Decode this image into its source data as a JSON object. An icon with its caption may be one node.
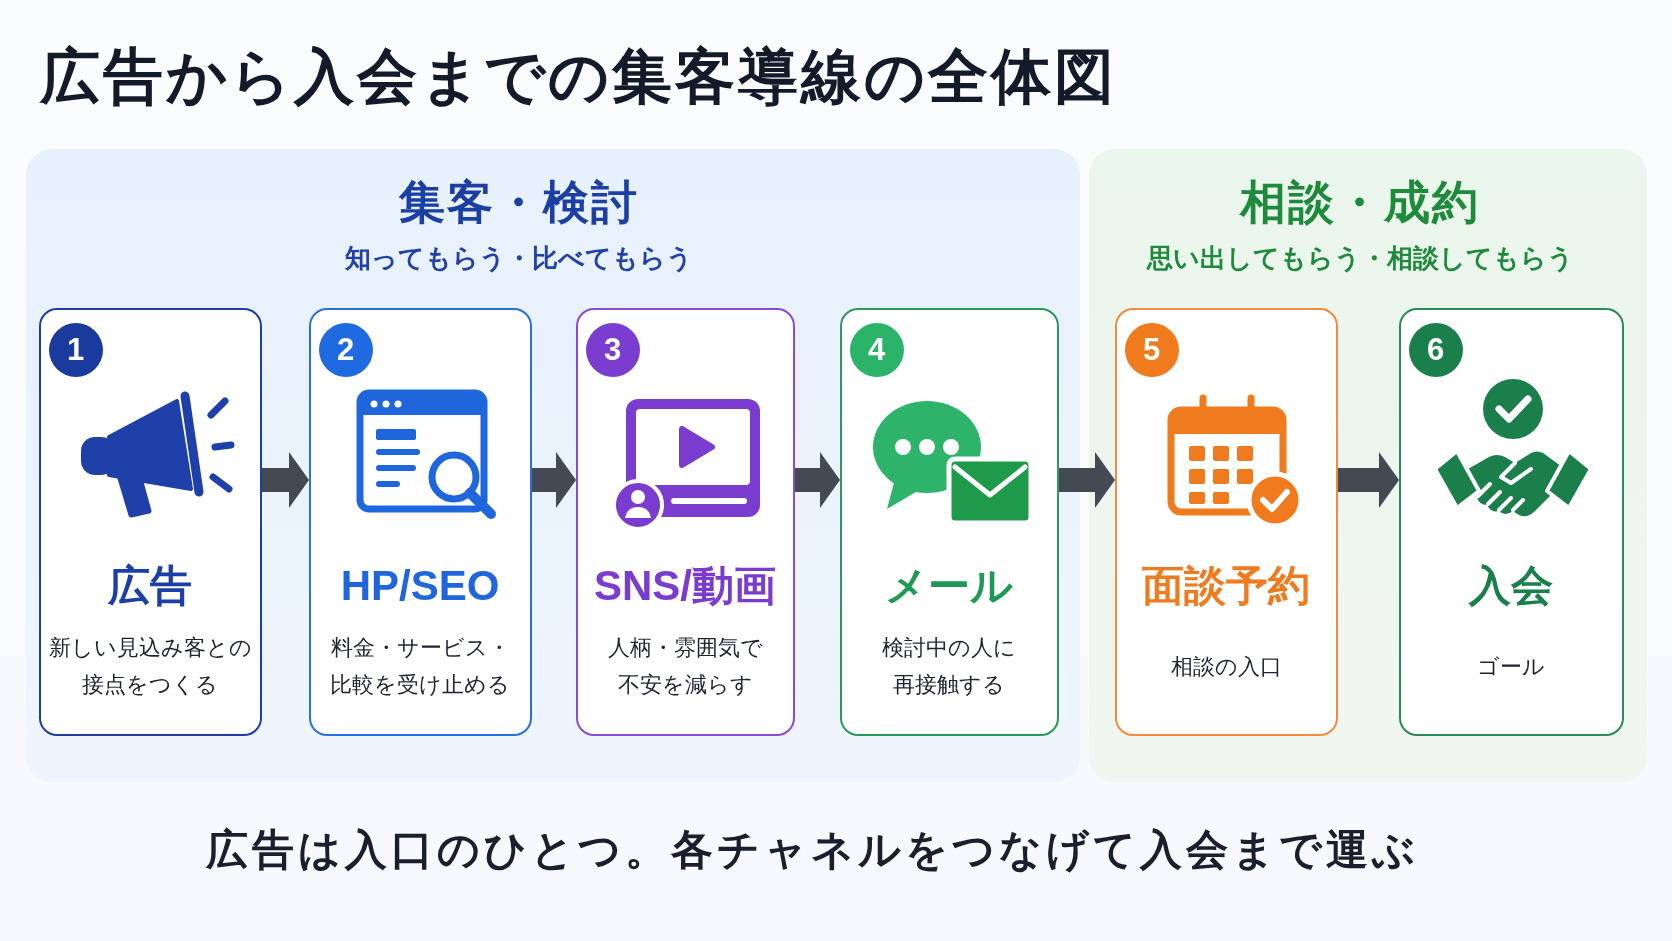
{
  "diagram": {
    "title": "広告から入会までの集客導線の全体図",
    "nodes": [
      {
        "text": [
          "集客・検討",
          "知ってもらう・比べてもらう"
        ]
      },
      {
        "text": [
          "広告",
          "新しい見込み客との接点をつくる"
        ],
        "in": 0
      },
      {
        "text": [
          "1"
        ],
        "in": 1
      },
      {
        "text": [
          "HP/SEO",
          "料金・サービス・比較を受け止める"
        ],
        "in": 0
      },
      {
        "text": [
          "2"
        ],
        "in": 3
      },
      {
        "text": [
          "SNS/動画",
          "人柄・雰囲気で不安を減らす"
        ],
        "in": 0
      },
      {
        "text": [
          "3"
        ],
        "in": 5
      },
      {
        "text": [
          "メール",
          "検討中の人に再接触する"
        ],
        "in": 0
      },
      {
        "text": [
          "4"
        ],
        "in": 7
      },
      {
        "text": [
          "相談・成約",
          "思い出してもらう・相談してもらう"
        ]
      },
      {
        "text": [
          "面談予約",
          "相談の入口"
        ],
        "in": 9
      },
      {
        "text": [
          "5"
        ],
        "in": 10
      },
      {
        "text": [
          "入会",
          "ゴール"
        ],
        "in": 9
      },
      {
        "text": [
          "6"
        ],
        "in": 12
      }
    ],
    "edges": [
      {
        "from": 1,
        "to": 3,
        "arrow": "to"
      },
      {
        "from": 3,
        "to": 5,
        "arrow": "to"
      },
      {
        "from": 5,
        "to": 7,
        "arrow": "to"
      },
      {
        "from": 7,
        "to": 10,
        "arrow": "to"
      },
      {
        "from": 10,
        "to": 12,
        "arrow": "to"
      }
    ],
    "caption": "広告は入口のひとつ。各チャネルをつなげて入会まで運ぶ"
  }
}
